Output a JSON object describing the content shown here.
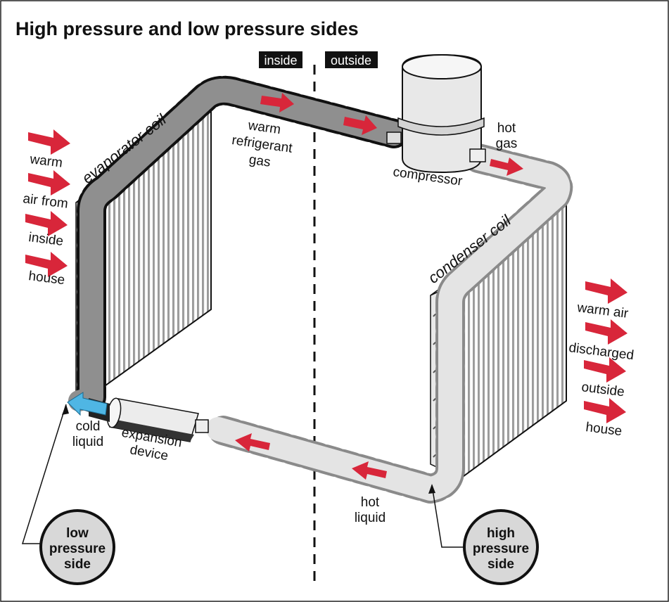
{
  "title": "High pressure and low pressure sides",
  "tags": {
    "inside": "inside",
    "outside": "outside"
  },
  "coils": {
    "evaporator": "evaporator coil",
    "condenser": "condenser coil"
  },
  "labels": {
    "warm_refrigerant_gas": [
      "warm",
      "refrigerant",
      "gas"
    ],
    "compressor": "compressor",
    "hot_gas": [
      "hot",
      "gas"
    ],
    "cold_liquid": [
      "cold",
      "liquid"
    ],
    "expansion_device": [
      "expansion",
      "device"
    ],
    "hot_liquid": [
      "hot",
      "liquid"
    ],
    "inside_air": [
      "warm",
      "air from",
      "inside",
      "house"
    ],
    "outside_air": [
      "warm air",
      "discharged",
      "outside",
      "house"
    ]
  },
  "callouts": {
    "low": [
      "low",
      "pressure",
      "side"
    ],
    "high": [
      "high",
      "pressure",
      "side"
    ]
  },
  "colors": {
    "low_side_pipe": "#8f8f8f",
    "high_side_pipe": "#e4e4e4",
    "flow_arrow": "#d8263a",
    "cold_arrow": "#4fb6e4",
    "coil_fill": "#f7f7f7"
  }
}
